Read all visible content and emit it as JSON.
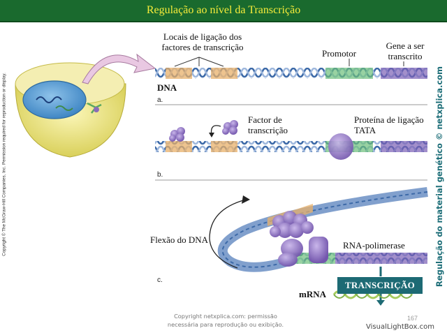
{
  "title": "Regulação ao nível da Transcrição",
  "side_copyright": "Copyright © The McGraw-Hill Companies, Inc. Permission required for reproduction or display.",
  "side_credit": "Regulação do material genético © netxplica.com",
  "panel_a": {
    "binding_sites_label": "Locais de ligação dos factores de transcrição",
    "promoter_label": "Promotor",
    "gene_label": "Gene a ser transcrito",
    "dna_label": "DNA",
    "letter": "a."
  },
  "panel_b": {
    "factor_label": "Factor de transcrição",
    "tata_label": "Proteína de ligação TATA",
    "letter": "b."
  },
  "panel_c": {
    "bending_label": "Flexão do DNA",
    "polymerase_label": "RNA-polimerase",
    "transcription_label": "TRANSCRIÇÃO",
    "mrna_label": "mRNA",
    "letter": "c."
  },
  "footer_text": "Copyright netxplica.com: permissão necessária para reprodução ou exibição.",
  "page_number": "167",
  "watermark": "VisualLightBox.com",
  "colors": {
    "title_bg": "#1a6a2e",
    "title_text": "#f6ec3a",
    "dna_blue": "#6b8fc4",
    "binding_site": "#e8b06a",
    "promoter": "#6cbf7a",
    "gene": "#7a5fb5",
    "protein": "#8a6cb8",
    "transcription_box": "#1d6a74",
    "credit_text": "#1d6e78"
  }
}
